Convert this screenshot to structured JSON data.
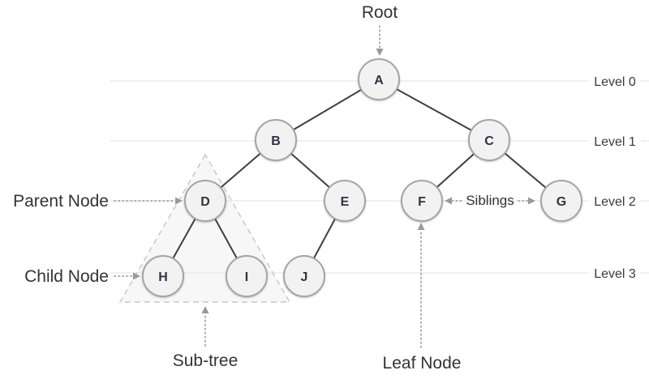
{
  "diagram": {
    "type": "tree",
    "nodes": [
      {
        "id": "A",
        "label": "A",
        "level": 0
      },
      {
        "id": "B",
        "label": "B",
        "level": 1
      },
      {
        "id": "C",
        "label": "C",
        "level": 1
      },
      {
        "id": "D",
        "label": "D",
        "level": 2
      },
      {
        "id": "E",
        "label": "E",
        "level": 2
      },
      {
        "id": "F",
        "label": "F",
        "level": 2
      },
      {
        "id": "G",
        "label": "G",
        "level": 2
      },
      {
        "id": "H",
        "label": "H",
        "level": 3
      },
      {
        "id": "I",
        "label": "I",
        "level": 3
      },
      {
        "id": "J",
        "label": "J",
        "level": 3
      }
    ],
    "edges": [
      [
        "A",
        "B"
      ],
      [
        "A",
        "C"
      ],
      [
        "B",
        "D"
      ],
      [
        "B",
        "E"
      ],
      [
        "C",
        "F"
      ],
      [
        "C",
        "G"
      ],
      [
        "D",
        "H"
      ],
      [
        "D",
        "I"
      ],
      [
        "E",
        "J"
      ]
    ],
    "levels": [
      "Level 0",
      "Level 1",
      "Level 2",
      "Level 3"
    ],
    "annotations": {
      "root": "Root",
      "parent_node": "Parent Node",
      "child_node": "Child Node",
      "sub_tree": "Sub-tree",
      "leaf_node": "Leaf Node",
      "siblings": "Siblings",
      "sub_tree_members": [
        "D",
        "H",
        "I"
      ],
      "root_target": "A",
      "parent_target": "D",
      "child_target": "H",
      "leaf_target": "F",
      "sibling_targets": [
        "F",
        "G"
      ]
    },
    "colors": {
      "node_fill": "#f2f2f3",
      "node_border": "#a5a5a8",
      "edge": "#3b3f45",
      "arrow": "#999999",
      "text": "#333333",
      "level_line": "#ebebeb",
      "triangle_border": "#c9c9c9",
      "triangle_fill": "#efeff0"
    }
  }
}
